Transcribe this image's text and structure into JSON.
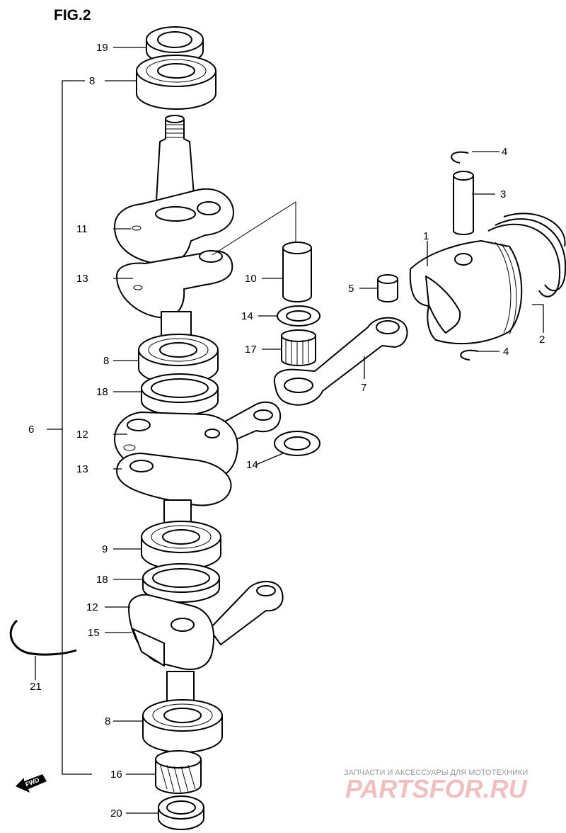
{
  "figure": {
    "title": "FIG.2"
  },
  "callouts": {
    "c1": "1",
    "c2": "2",
    "c3": "3",
    "c4a": "4",
    "c4b": "4",
    "c5": "5",
    "c6": "6",
    "c7": "7",
    "c8a": "8",
    "c8b": "8",
    "c8c": "8",
    "c9": "9",
    "c10": "10",
    "c11": "11",
    "c12a": "12",
    "c12b": "12",
    "c13a": "13",
    "c13b": "13",
    "c14a": "14",
    "c14b": "14",
    "c15": "15",
    "c16": "16",
    "c17": "17",
    "c18a": "18",
    "c18b": "18",
    "c19": "19",
    "c20": "20",
    "c21": "21"
  },
  "fwd_label": "FWD",
  "watermark": {
    "caption": "ЗАПЧАСТИ И АКСЕССУАРЫ ДЛЯ МОТОТЕХНИКИ",
    "brand": "PARTSFOR.RU"
  }
}
